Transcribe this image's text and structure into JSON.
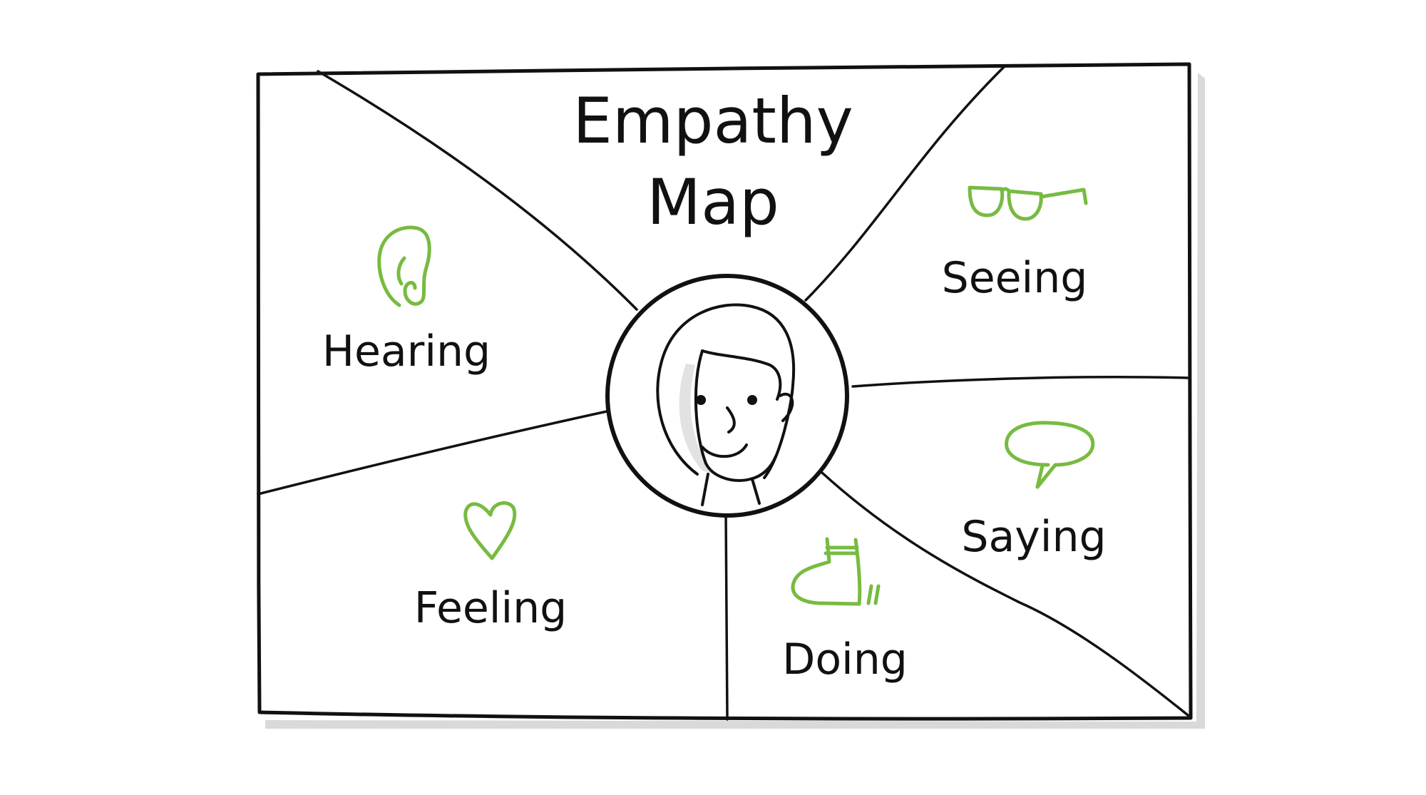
{
  "title": {
    "line1": "Empathy",
    "line2": "Map"
  },
  "sections": [
    {
      "label": "Hearing",
      "icon": "ear-icon"
    },
    {
      "label": "Seeing",
      "icon": "glasses-icon"
    },
    {
      "label": "Saying",
      "icon": "speech-bubble-icon"
    },
    {
      "label": "Feeling",
      "icon": "heart-icon"
    },
    {
      "label": "Doing",
      "icon": "boot-icon"
    }
  ],
  "center": {
    "icon": "person-face-icon"
  },
  "colors": {
    "accent": "#77bb41",
    "ink": "#111111",
    "shadow": "#d9d9d9"
  }
}
